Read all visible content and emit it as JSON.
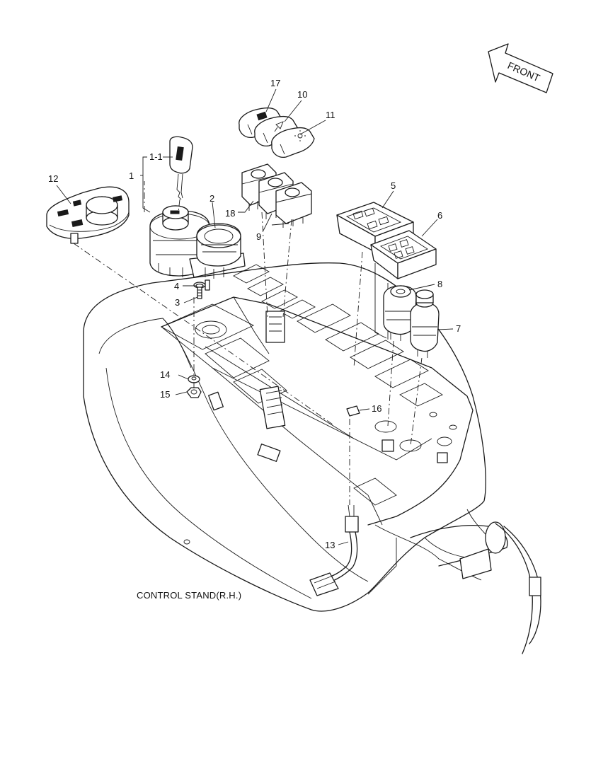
{
  "caption": "CONTROL STAND(R.H.)",
  "front_label": "FRONT",
  "callouts": {
    "c1": "1",
    "c1_1": "1-1",
    "c2": "2",
    "c3": "3",
    "c4": "4",
    "c5": "5",
    "c6": "6",
    "c7": "7",
    "c8": "8",
    "c9": "9",
    "c10": "10",
    "c11": "11",
    "c12": "12",
    "c13": "13",
    "c14": "14",
    "c15": "15",
    "c16": "16",
    "c17": "17",
    "c18": "18"
  }
}
